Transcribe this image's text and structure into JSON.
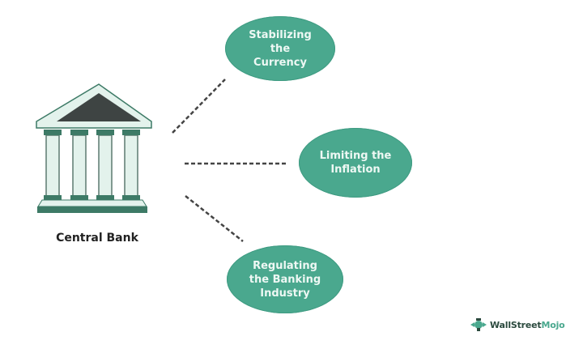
{
  "diagram": {
    "center": {
      "label": "Central Bank",
      "icon": "bank-building-icon"
    },
    "functions": [
      {
        "lines": [
          "Stabilizing",
          "the",
          "Currency"
        ]
      },
      {
        "lines": [
          "Limiting the",
          "Inflation"
        ]
      },
      {
        "lines": [
          "Regulating",
          "the Banking",
          "Industry"
        ]
      }
    ],
    "connector_style": "dashed"
  },
  "branding": {
    "logo_text_primary": "WallStreet",
    "logo_text_accent": "Mojo"
  },
  "colors": {
    "ellipse_fill": "#4aa88e",
    "ellipse_text": "#eef8f4",
    "building_dark": "#3d7a66",
    "building_light": "#e3f2ec",
    "roof_fill": "#3e4443",
    "connector": "#444444"
  }
}
